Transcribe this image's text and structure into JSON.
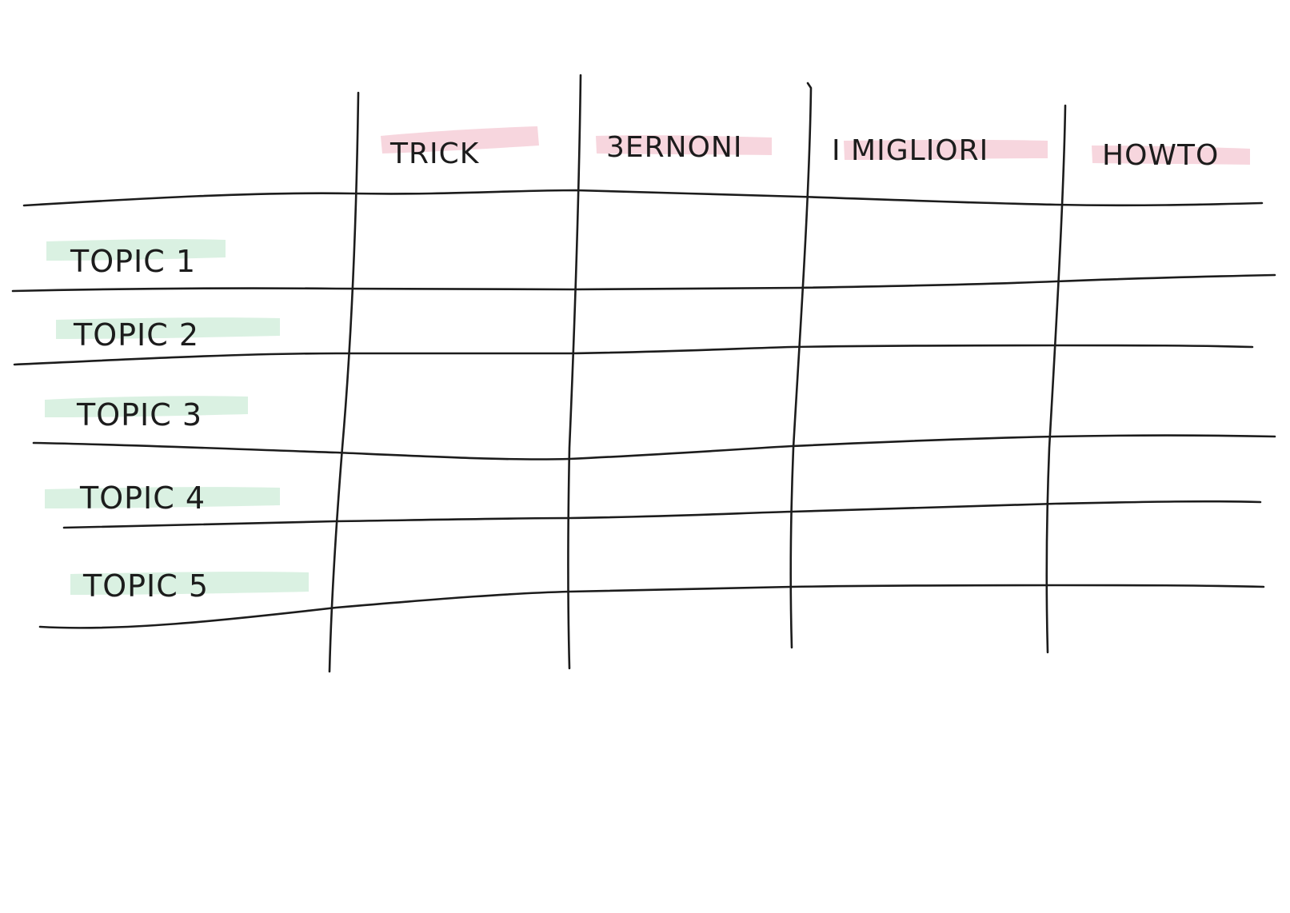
{
  "table": {
    "column_headers": [
      "TRICK",
      "3ERNONI",
      "I MIGLIORI",
      "HOWTO"
    ],
    "row_labels": [
      "TOPIC 1",
      "TOPIC 2",
      "TOPIC 3",
      "TOPIC 4",
      "TOPIC 5"
    ],
    "cells": [
      [
        "",
        "",
        "",
        ""
      ],
      [
        "",
        "",
        "",
        ""
      ],
      [
        "",
        "",
        "",
        ""
      ],
      [
        "",
        "",
        "",
        ""
      ],
      [
        "",
        "",
        "",
        ""
      ]
    ]
  },
  "colors": {
    "ink": "#1c1c1c",
    "header_highlight": "#f6cfd8",
    "row_label_highlight": "#d3efdd",
    "background": "#ffffff"
  }
}
